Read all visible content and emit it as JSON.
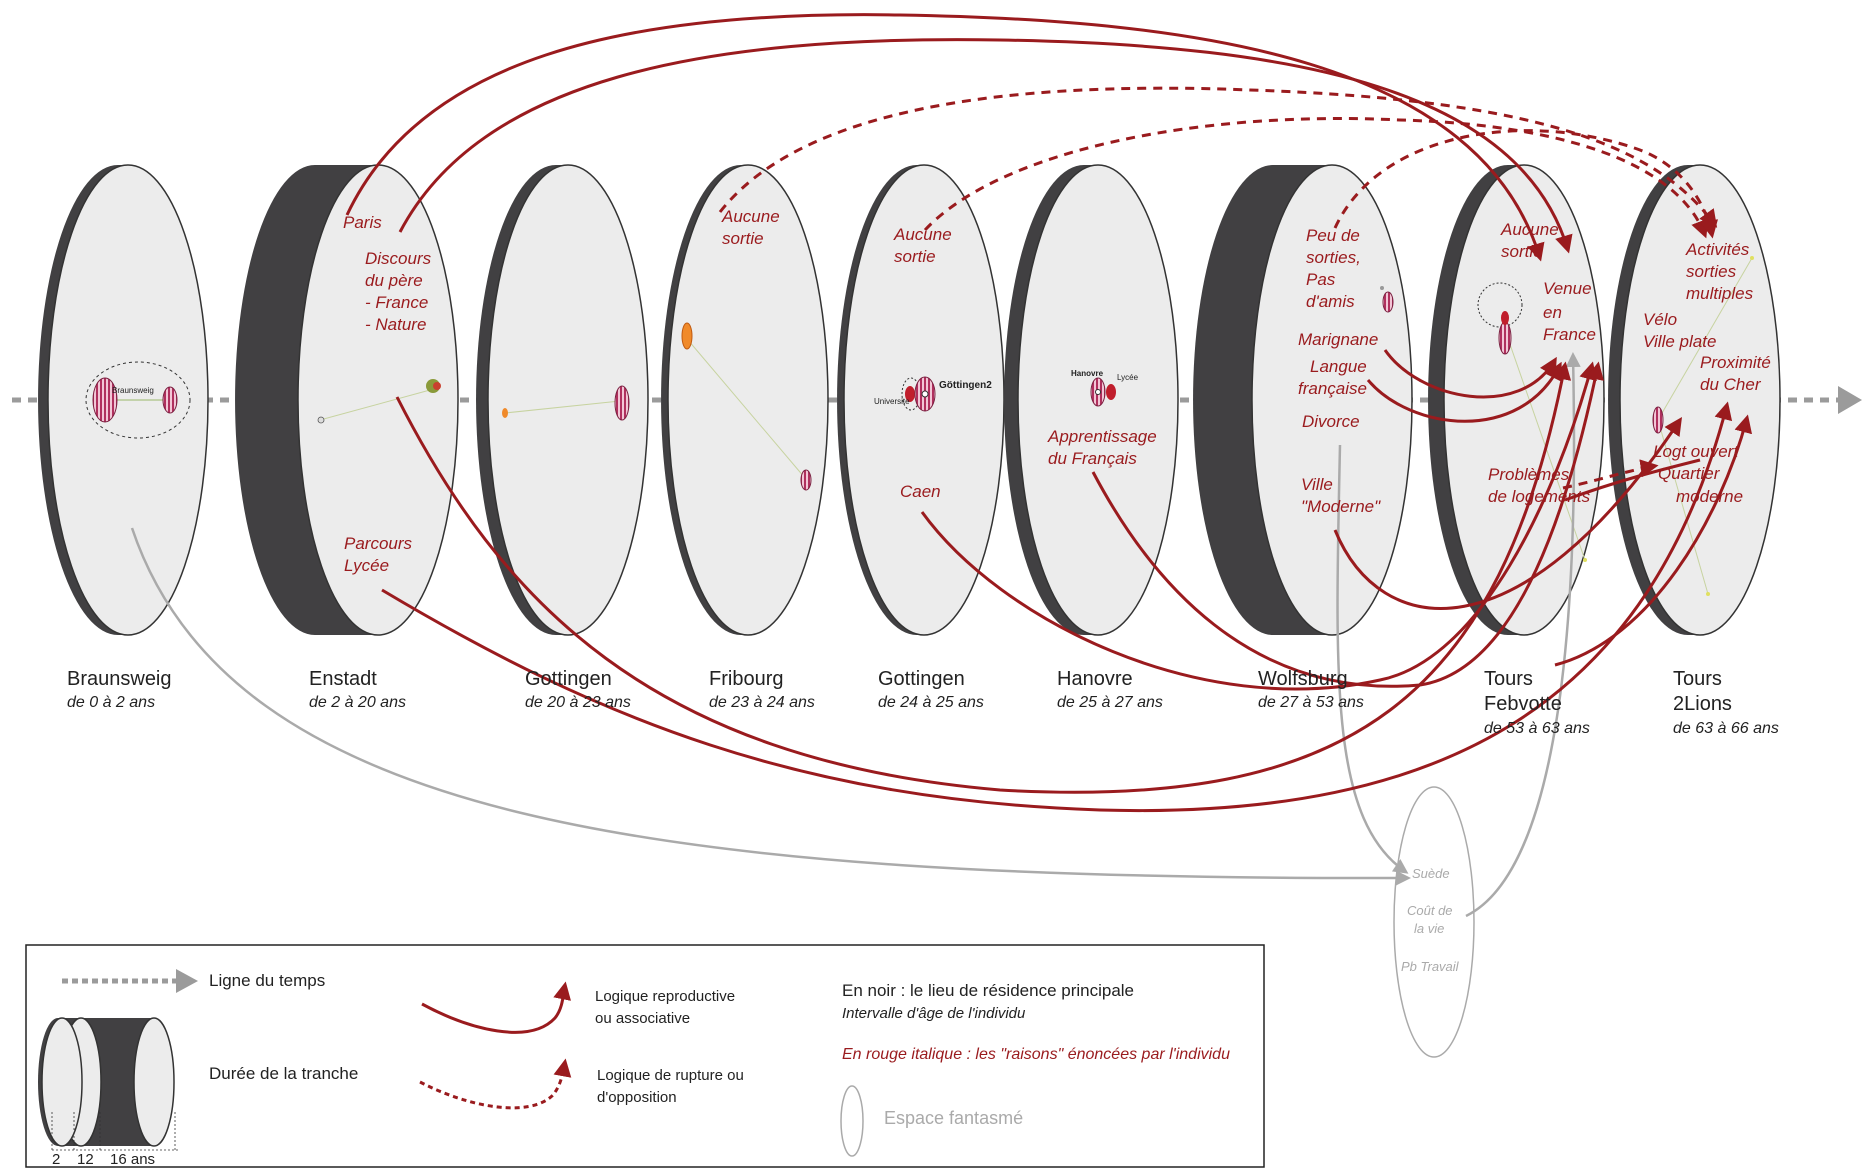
{
  "slices": [
    {
      "place": "Braunsweig",
      "ages": "de 0 à 2 ans"
    },
    {
      "place": "Enstadt",
      "ages": "de 2 à 20 ans"
    },
    {
      "place": "Gottingen",
      "ages": "de 20 à 23 ans"
    },
    {
      "place": "Fribourg",
      "ages": "de 23 à 24 ans"
    },
    {
      "place": "Gottingen",
      "ages": "de 24 à 25 ans"
    },
    {
      "place": "Hanovre",
      "ages": "de 25 à 27 ans"
    },
    {
      "place": "Wolfsburg",
      "ages": "de 27 à 53 ans"
    },
    {
      "place": "Tours",
      "place2": "Febvotte",
      "ages": "de 53 à 63 ans"
    },
    {
      "place": "Tours",
      "place2": "2Lions",
      "ages": "de 63 à 66 ans"
    }
  ],
  "reasons": {
    "paris": "Paris",
    "discours": [
      "Discours",
      "du père",
      "- France",
      "- Nature"
    ],
    "parcours": [
      "Parcours",
      "Lycée"
    ],
    "fribourg_aucune": [
      "Aucune",
      "sortie"
    ],
    "gott2_aucune": [
      "Aucune",
      "sortie"
    ],
    "caen": "Caen",
    "apprentissage": [
      "Apprentissage",
      "du Français"
    ],
    "peu": [
      "Peu de",
      "sorties,",
      "Pas",
      "d'amis"
    ],
    "marignane": "Marignane",
    "langue": [
      "Langue",
      "française"
    ],
    "divorce": "Divorce",
    "ville_moderne": [
      "Ville",
      "\"Moderne\""
    ],
    "tours_aucune": [
      "Aucune",
      "sortie"
    ],
    "venue": [
      "Venue",
      "en",
      "France"
    ],
    "problemes": [
      "Problèmes",
      "de logements"
    ],
    "activites": [
      "Activités",
      "sorties",
      "multiples"
    ],
    "velo": [
      "Vélo",
      "Ville plate"
    ],
    "proximite": [
      "Proximité",
      "du Cher"
    ],
    "logt": [
      "Logt ouvert",
      "Quartier",
      "moderne"
    ]
  },
  "fantasy": [
    "Suède",
    "Coût de",
    "la vie",
    "Pb Travail"
  ],
  "mini_labels": {
    "braunsweig": "Braunsweig",
    "gottingen2": "Göttingen2",
    "universite": "Universite",
    "hanovre": "Hanovre",
    "lycee": "Lycée"
  },
  "legend": {
    "timeline": "Ligne du temps",
    "duration": "Durée de la tranche",
    "scale": [
      "2",
      "12",
      "16 ans"
    ],
    "reproductive": [
      "Logique reproductive",
      "ou associative"
    ],
    "rupture": [
      "Logique de rupture ou",
      "d'opposition"
    ],
    "black_title": "En noir : le lieu de résidence principale",
    "black_sub": "Intervalle d'âge de l'individu",
    "red_note": "En rouge italique : les \"raisons\" énoncées par l'individu",
    "fantasy": "Espace fantasmé"
  },
  "colors": {
    "red": "#9a1b1e",
    "dark": "#414042",
    "disc": "#ececec",
    "grey_line": "#aaaaaa",
    "timeline": "#9b9b9b"
  }
}
